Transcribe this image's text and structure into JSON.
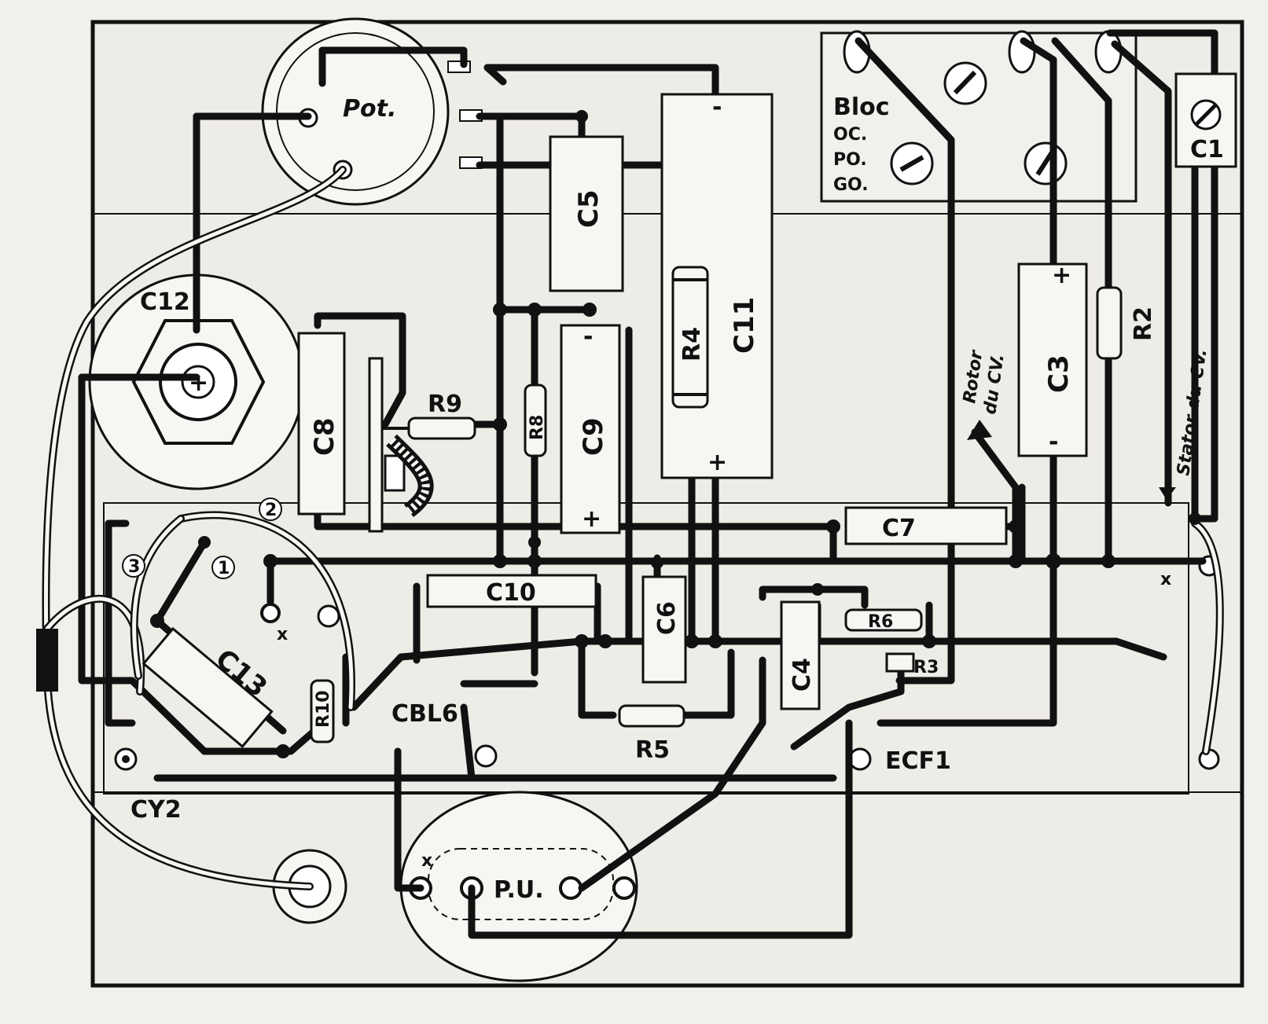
{
  "labels": {
    "pot": "Pot.",
    "bloc": "Bloc",
    "band_oc": "OC.",
    "band_po": "PO.",
    "band_go": "GO.",
    "c1": "C1",
    "c3": "C3",
    "c4": "C4",
    "c5": "C5",
    "c6": "C6",
    "c7": "C7",
    "c8": "C8",
    "c9": "C9",
    "c10": "C10",
    "c11": "C11",
    "c12": "C12",
    "c13": "C13",
    "r2": "R2",
    "r3": "R3",
    "r4": "R4",
    "r5": "R5",
    "r6": "R6",
    "r8": "R8",
    "r9": "R9",
    "r10": "R10",
    "tube_cbl6": "CBL6",
    "tube_ecf1": "ECF1",
    "tube_cy2": "CY2",
    "pu": "P.U.",
    "rotor_line1": "Rotor",
    "rotor_line2": "du CV.",
    "stator": "Stator du CV.",
    "pin1": "1",
    "pin2": "2",
    "pin3": "3",
    "plus": "+",
    "minus": "-",
    "x_mark": "x"
  }
}
